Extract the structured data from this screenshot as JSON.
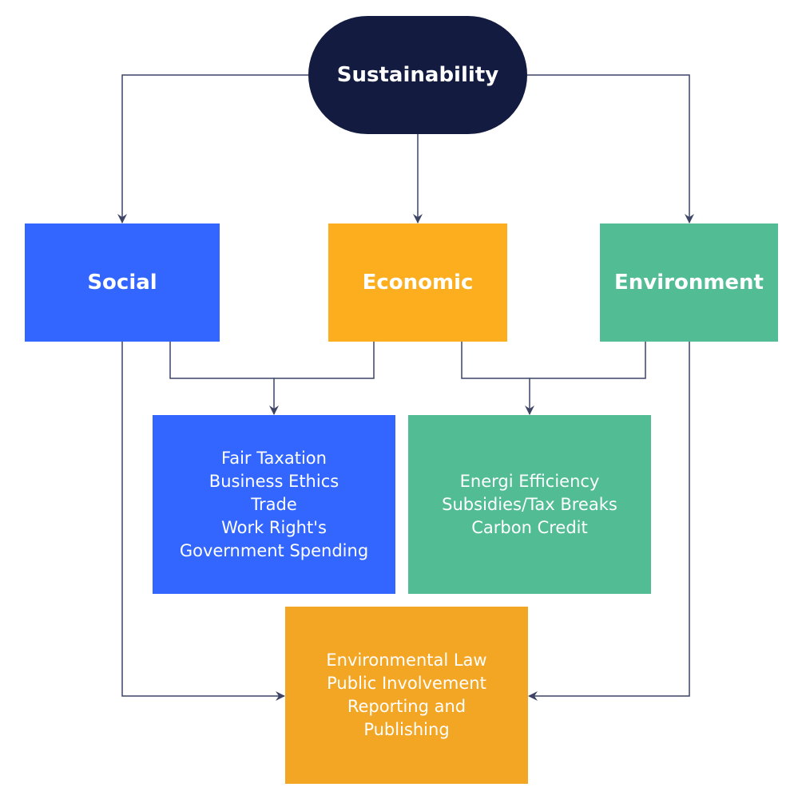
{
  "diagram": {
    "root": {
      "label": "Sustainability",
      "color": "#131c40"
    },
    "pillars": {
      "social": {
        "label": "Social",
        "color": "#3366ff"
      },
      "economic": {
        "label": "Economic",
        "color": "#fcae1e"
      },
      "environment": {
        "label": "Environment",
        "color": "#52bd94"
      }
    },
    "overlaps": {
      "social_economic": {
        "color": "#3366ff",
        "items": [
          "Fair Taxation",
          "Business Ethics",
          "Trade",
          "Work Right's",
          "Government Spending"
        ]
      },
      "economic_environment": {
        "color": "#52bd94",
        "items": [
          "Energi Efficiency",
          "Subsidies/Tax Breaks",
          "Carbon Credit"
        ]
      },
      "social_environment": {
        "color": "#f3a624",
        "items": [
          "Environmental Law",
          "Public Involvement",
          "Reporting and",
          "Publishing"
        ]
      }
    },
    "connector_color": "#3d4466"
  }
}
